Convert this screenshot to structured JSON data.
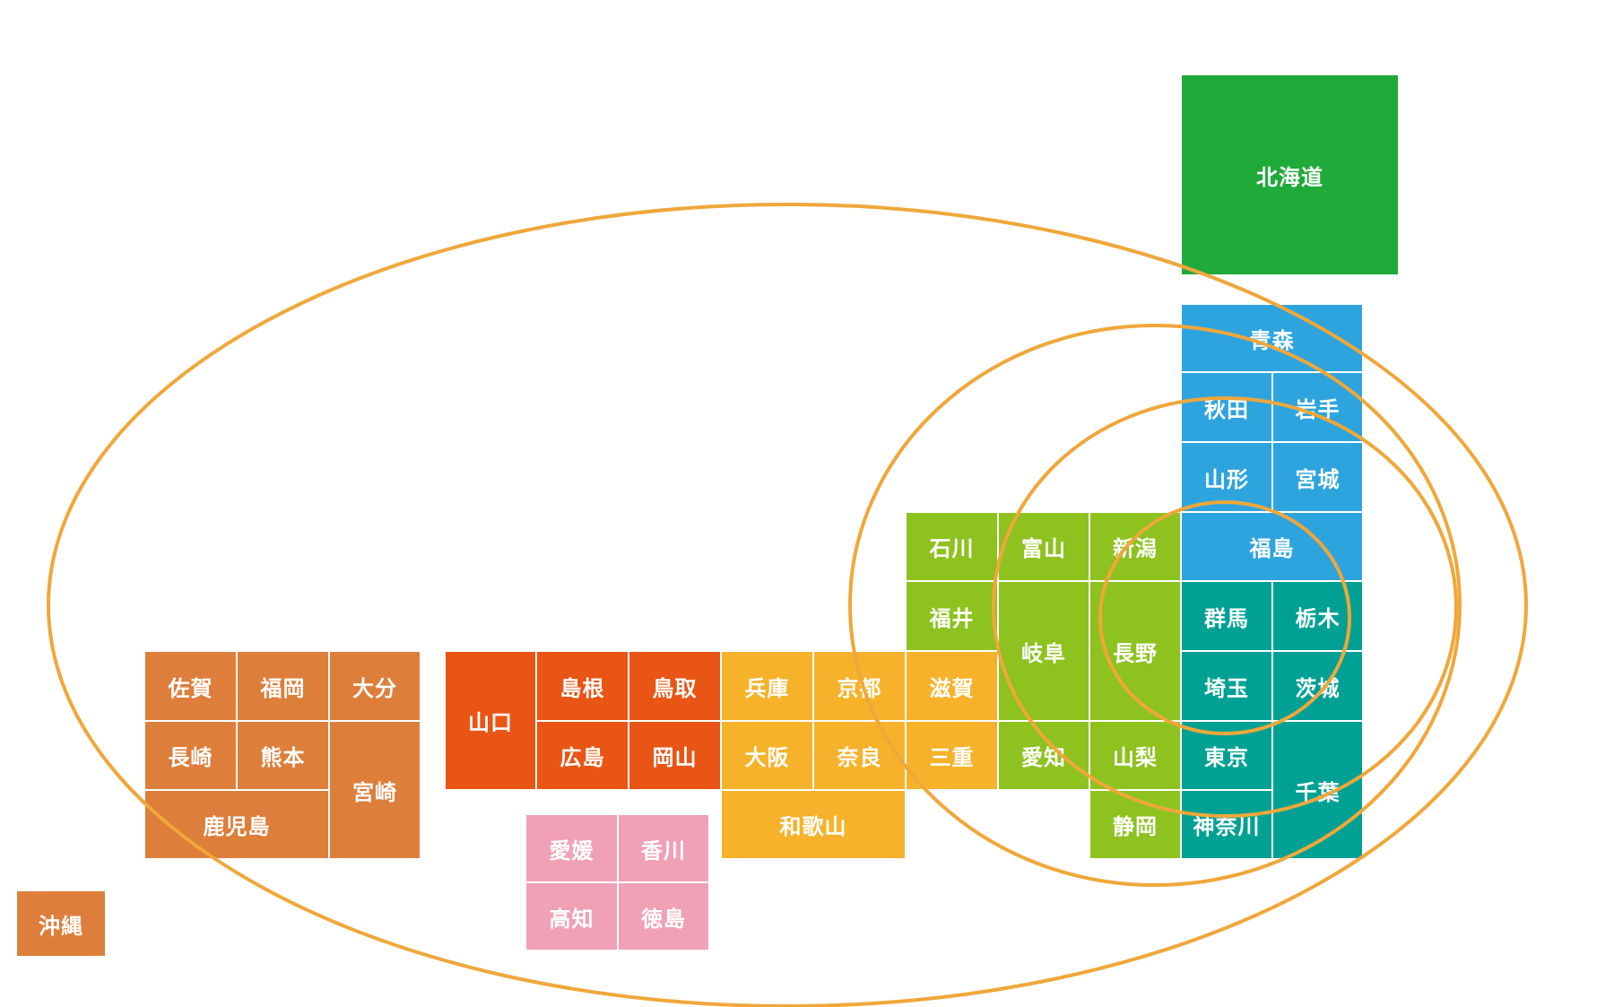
{
  "region_colors": {
    "hokkaido": "#1FAA3A",
    "tohoku": "#2EA4DF",
    "kanto": "#00A194",
    "chubu": "#8DC21F",
    "kinki": "#F5B22A",
    "chugoku": "#E85514",
    "shikoku": "#F0A1B6",
    "kyushu": "#DD7E3B"
  },
  "ring_color": "#F0A73A",
  "prefectures": [
    {
      "id": "hokkaido",
      "name": "北海道",
      "region": "hokkaido"
    },
    {
      "id": "aomori",
      "name": "青森",
      "region": "tohoku"
    },
    {
      "id": "akita",
      "name": "秋田",
      "region": "tohoku"
    },
    {
      "id": "iwate",
      "name": "岩手",
      "region": "tohoku"
    },
    {
      "id": "yamagata",
      "name": "山形",
      "region": "tohoku"
    },
    {
      "id": "miyagi",
      "name": "宮城",
      "region": "tohoku"
    },
    {
      "id": "fukushima",
      "name": "福島",
      "region": "tohoku"
    },
    {
      "id": "gunma",
      "name": "群馬",
      "region": "kanto"
    },
    {
      "id": "tochigi",
      "name": "栃木",
      "region": "kanto"
    },
    {
      "id": "saitama",
      "name": "埼玉",
      "region": "kanto"
    },
    {
      "id": "ibaraki",
      "name": "茨城",
      "region": "kanto"
    },
    {
      "id": "tokyo",
      "name": "東京",
      "region": "kanto"
    },
    {
      "id": "chiba",
      "name": "千葉",
      "region": "kanto"
    },
    {
      "id": "kanagawa",
      "name": "神奈川",
      "region": "kanto"
    },
    {
      "id": "ishikawa",
      "name": "石川",
      "region": "chubu"
    },
    {
      "id": "toyama",
      "name": "富山",
      "region": "chubu"
    },
    {
      "id": "niigata",
      "name": "新潟",
      "region": "chubu"
    },
    {
      "id": "fukui",
      "name": "福井",
      "region": "chubu"
    },
    {
      "id": "gifu",
      "name": "岐阜",
      "region": "chubu"
    },
    {
      "id": "nagano",
      "name": "長野",
      "region": "chubu"
    },
    {
      "id": "aichi",
      "name": "愛知",
      "region": "chubu"
    },
    {
      "id": "yamanashi",
      "name": "山梨",
      "region": "chubu"
    },
    {
      "id": "shizuoka",
      "name": "静岡",
      "region": "chubu"
    },
    {
      "id": "hyogo",
      "name": "兵庫",
      "region": "kinki"
    },
    {
      "id": "kyoto",
      "name": "京都",
      "region": "kinki"
    },
    {
      "id": "shiga",
      "name": "滋賀",
      "region": "kinki"
    },
    {
      "id": "osaka",
      "name": "大阪",
      "region": "kinki"
    },
    {
      "id": "nara",
      "name": "奈良",
      "region": "kinki"
    },
    {
      "id": "mie",
      "name": "三重",
      "region": "kinki"
    },
    {
      "id": "wakayama",
      "name": "和歌山",
      "region": "kinki"
    },
    {
      "id": "yamaguchi",
      "name": "山口",
      "region": "chugoku"
    },
    {
      "id": "shimane",
      "name": "島根",
      "region": "chugoku"
    },
    {
      "id": "tottori",
      "name": "鳥取",
      "region": "chugoku"
    },
    {
      "id": "hiroshima",
      "name": "広島",
      "region": "chugoku"
    },
    {
      "id": "okayama",
      "name": "岡山",
      "region": "chugoku"
    },
    {
      "id": "ehime",
      "name": "愛媛",
      "region": "shikoku"
    },
    {
      "id": "kagawa",
      "name": "香川",
      "region": "shikoku"
    },
    {
      "id": "kochi",
      "name": "高知",
      "region": "shikoku"
    },
    {
      "id": "tokushima",
      "name": "徳島",
      "region": "shikoku"
    },
    {
      "id": "saga",
      "name": "佐賀",
      "region": "kyushu"
    },
    {
      "id": "fukuoka",
      "name": "福岡",
      "region": "kyushu"
    },
    {
      "id": "oita",
      "name": "大分",
      "region": "kyushu"
    },
    {
      "id": "nagasaki",
      "name": "長崎",
      "region": "kyushu"
    },
    {
      "id": "kumamoto",
      "name": "熊本",
      "region": "kyushu"
    },
    {
      "id": "miyazaki",
      "name": "宮崎",
      "region": "kyushu"
    },
    {
      "id": "kagoshima",
      "name": "鹿児島",
      "region": "kyushu"
    },
    {
      "id": "okinawa",
      "name": "沖縄",
      "region": "kyushu"
    }
  ]
}
